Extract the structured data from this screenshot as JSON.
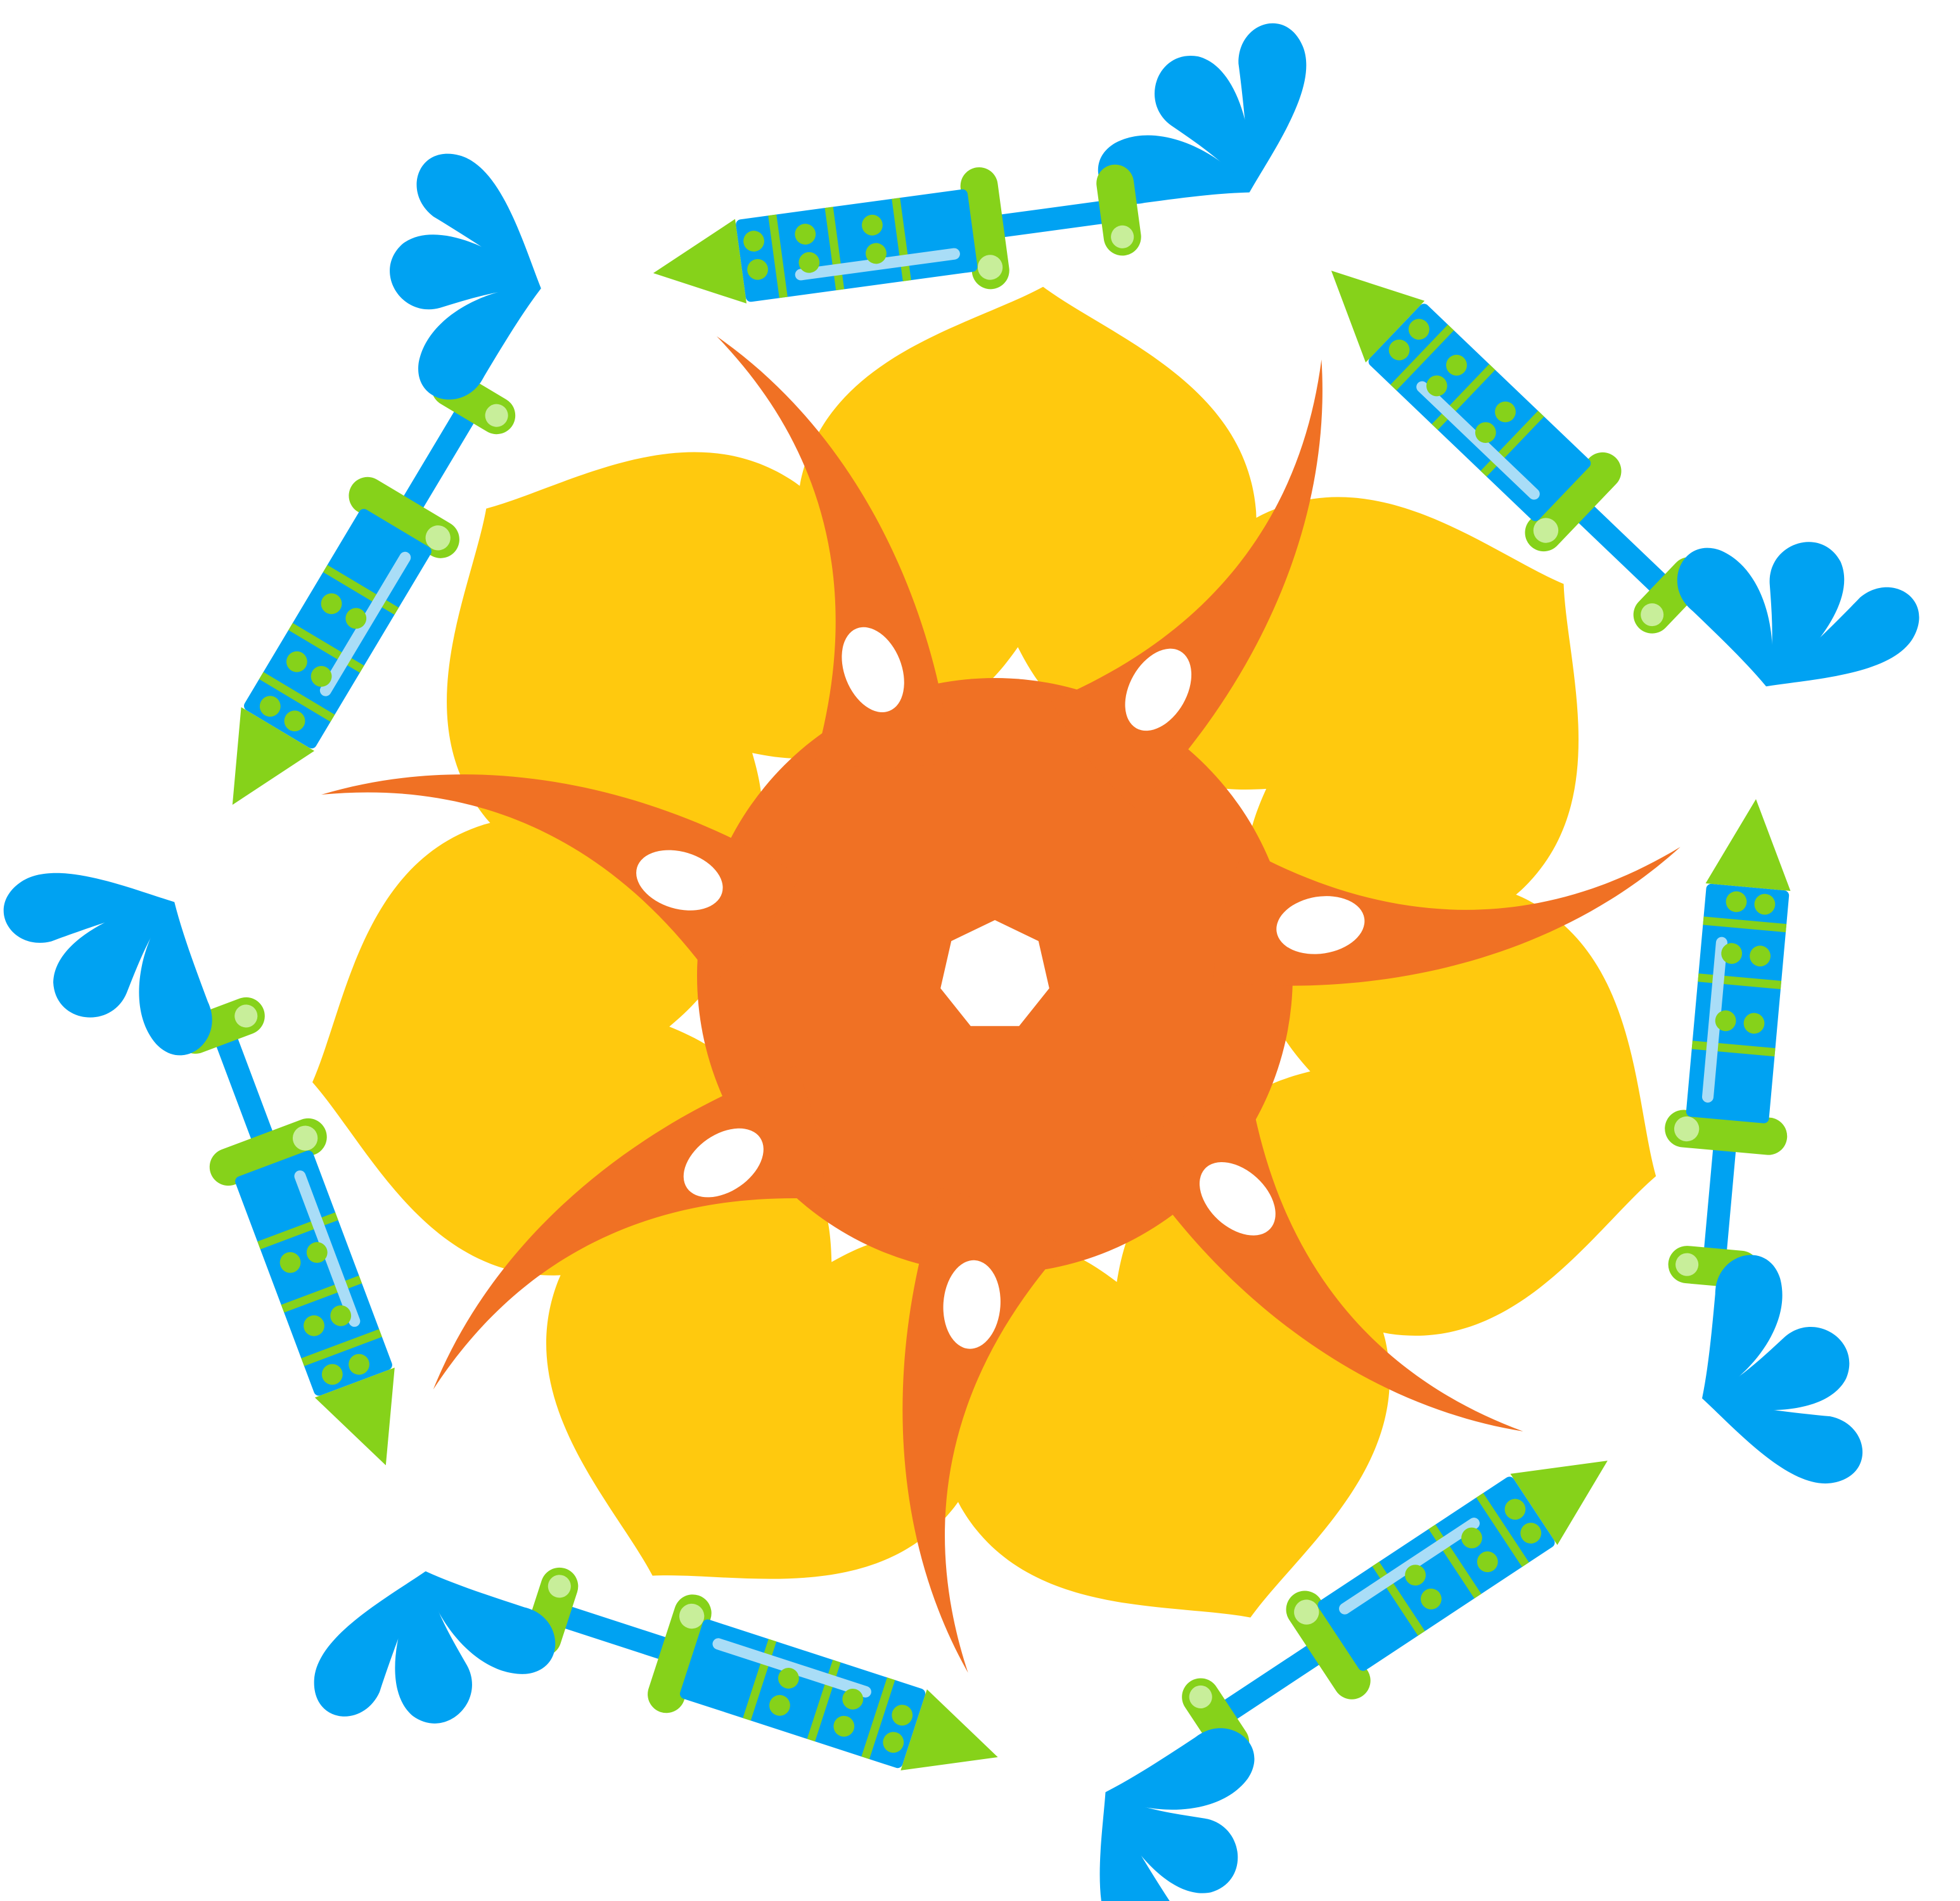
{
  "artwork": {
    "subject": "water-gun-mandala-emblem",
    "colors": {
      "background": "#ffffff",
      "petal": "#FFC90E",
      "center": "#F07124",
      "gun_body": "#00A2F2",
      "gun_accent": "#86D21A",
      "gun_highlight": "#A9DDF7",
      "gun_dot": "#86D21A",
      "water": "#00A2F2",
      "hole": "#ffffff"
    },
    "elements": [
      {
        "name": "sun-flower",
        "icon": "flower-icon"
      },
      {
        "name": "water-gun",
        "icon": "water-gun-icon",
        "count": 7
      },
      {
        "name": "water-splash",
        "icon": "water-drop-icon",
        "count": 7
      }
    ]
  }
}
